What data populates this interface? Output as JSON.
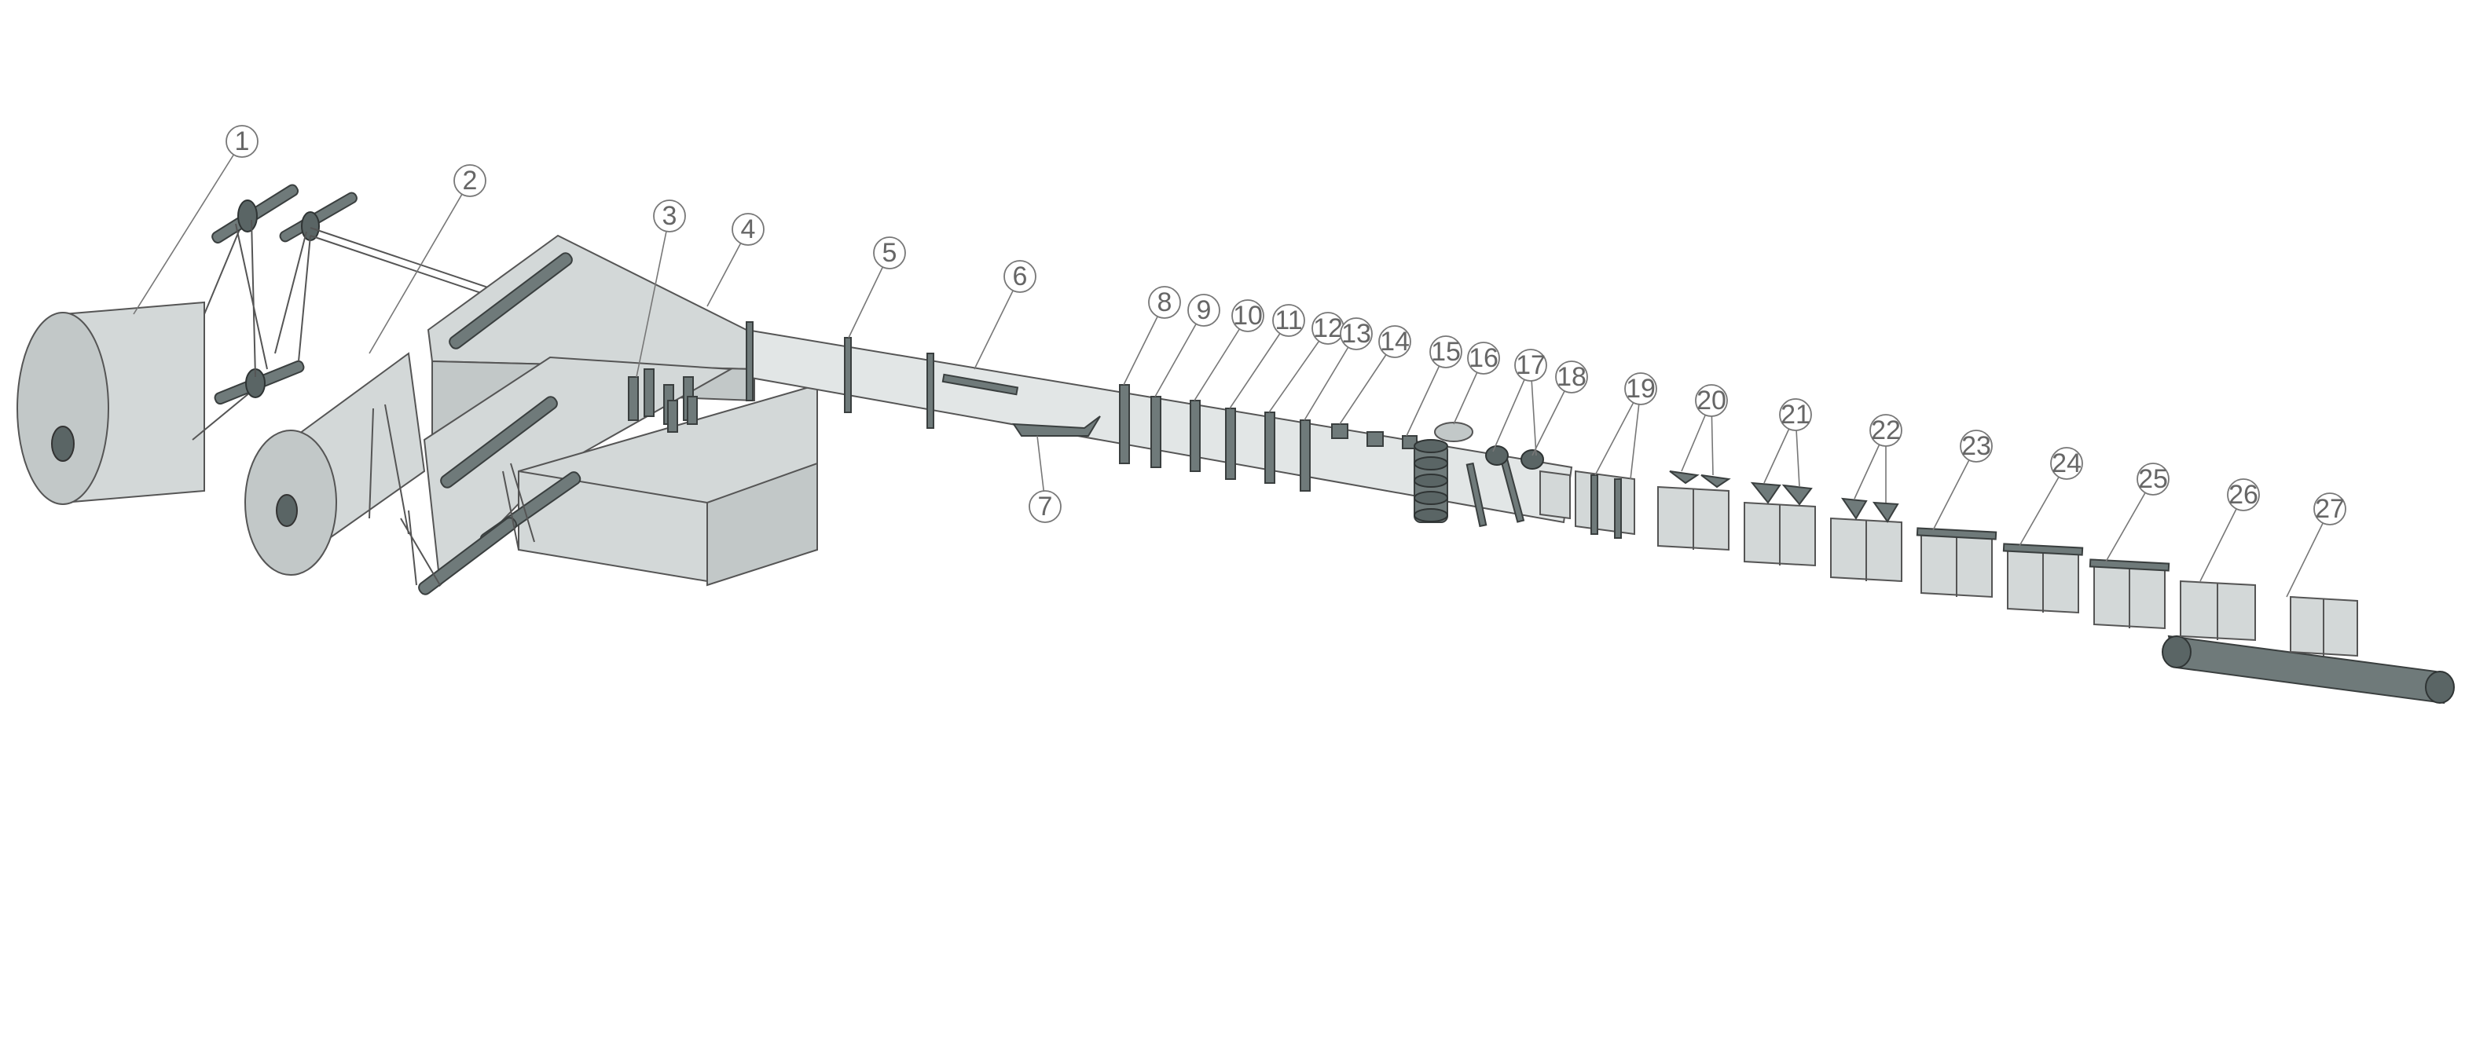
{
  "colors": {
    "film": "#d3d8d8",
    "machine_part": "#6f7a7a",
    "outline": "#555555",
    "label": "#666666"
  },
  "callouts": [
    {
      "n": "1"
    },
    {
      "n": "2"
    },
    {
      "n": "3"
    },
    {
      "n": "4"
    },
    {
      "n": "5"
    },
    {
      "n": "6"
    },
    {
      "n": "7"
    },
    {
      "n": "8"
    },
    {
      "n": "9"
    },
    {
      "n": "10"
    },
    {
      "n": "11"
    },
    {
      "n": "12"
    },
    {
      "n": "13"
    },
    {
      "n": "14"
    },
    {
      "n": "15"
    },
    {
      "n": "16"
    },
    {
      "n": "17"
    },
    {
      "n": "18"
    },
    {
      "n": "19"
    },
    {
      "n": "20"
    },
    {
      "n": "21"
    },
    {
      "n": "22"
    },
    {
      "n": "23"
    },
    {
      "n": "24"
    },
    {
      "n": "25"
    },
    {
      "n": "26"
    },
    {
      "n": "27"
    }
  ]
}
